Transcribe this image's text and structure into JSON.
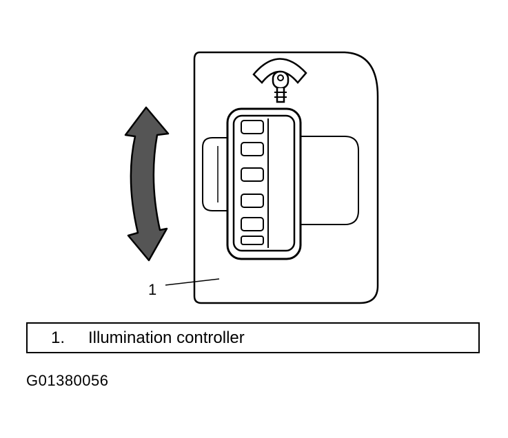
{
  "diagram": {
    "callout_number": "1",
    "icon": "illumination-symbol-icon"
  },
  "legend": {
    "items": [
      {
        "number": "1.",
        "label": "Illumination controller"
      }
    ]
  },
  "figure_code": "G01380056",
  "colors": {
    "line": "#000000",
    "arrow_fill": "#555555",
    "background": "#ffffff"
  }
}
